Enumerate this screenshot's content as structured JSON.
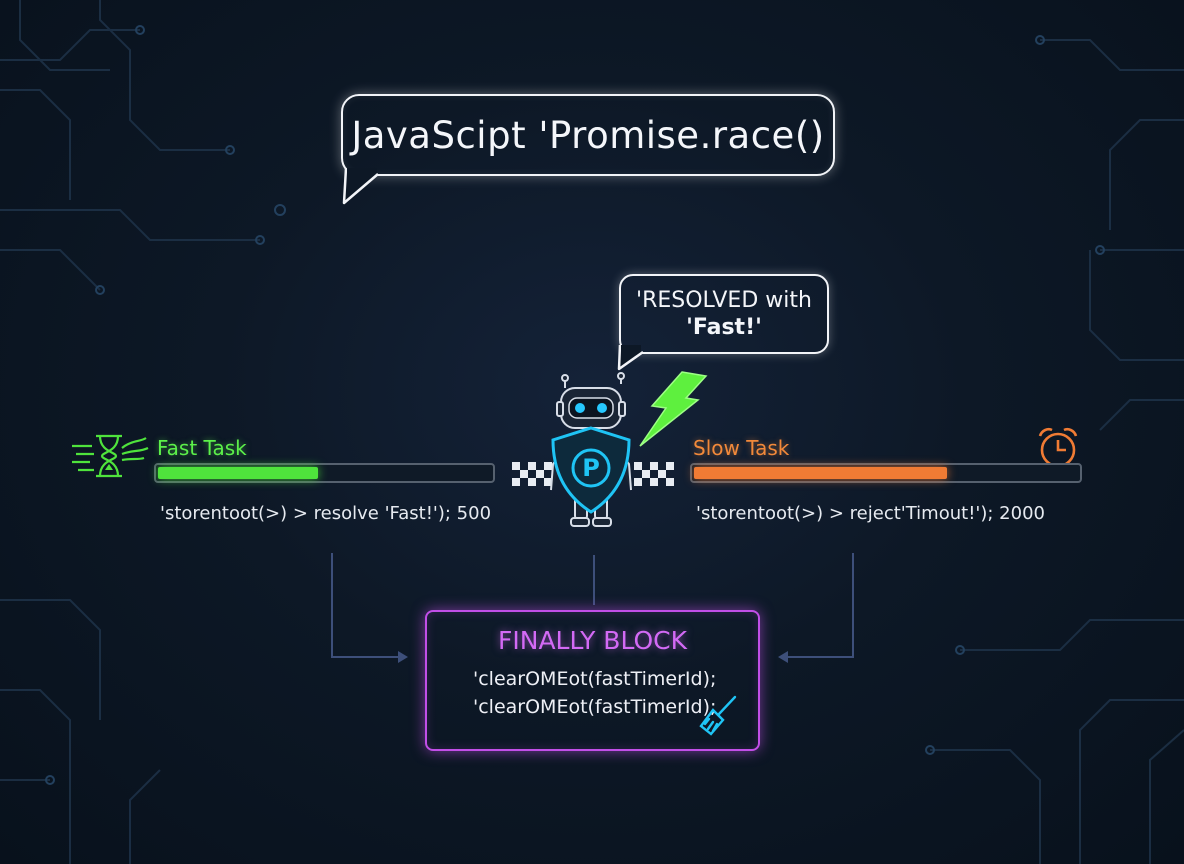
{
  "title": "JavaScipt 'Promise.race()",
  "resolved": {
    "line1": "'RESOLVED with",
    "line2": "'Fast!'"
  },
  "fast_task": {
    "label": "Fast Task",
    "progress": 0.48,
    "code": "'storentoot(>) > resolve 'Fast!'); 500",
    "color": "#4fe33c",
    "icon": "winged-hourglass-icon"
  },
  "slow_task": {
    "label": "Slow Task",
    "progress": 0.66,
    "code": "'storentoot(>) > reject'Timout!'); 2000",
    "color": "#f07b34",
    "icon": "alarm-clock-icon"
  },
  "center": {
    "icon": "robot-with-shield-icon",
    "shield_letter": "P",
    "bolt_icon": "lightning-bolt-icon"
  },
  "finally": {
    "title": "FINALLY BLOCK",
    "lines": [
      "'clearOMEot(fastTimerId);",
      "'clearOMEot(fastTimerId);"
    ],
    "color": "#c24fe8",
    "icon": "broom-icon"
  }
}
